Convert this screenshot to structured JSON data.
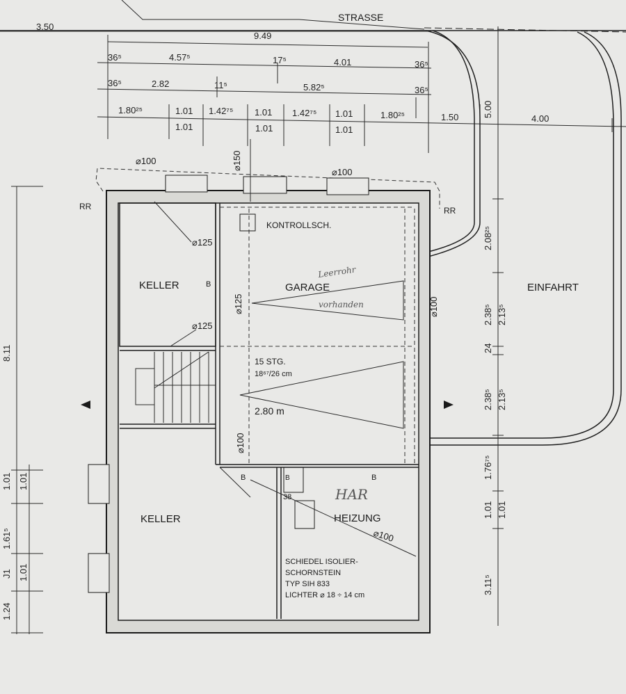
{
  "labels": {
    "street": "STRASSE",
    "rr_left": "RR",
    "rr_right": "RR",
    "kontrollsch": "KONTROLLSCH.",
    "keller_upper": "KELLER",
    "keller_lower": "KELLER",
    "garage": "GARAGE",
    "einfahrt": "EINFAHRT",
    "heizung": "HEIZUNG",
    "stairs": "15 STG.",
    "stairs_dim": "18⁶⁷/26 cm",
    "height": "2.80 m",
    "b1": "B",
    "b2": "B",
    "b3": "B",
    "b4": "B",
    "h38": "38",
    "chimney_1": "SCHIEDEL ISOLIER-",
    "chimney_2": "SCHORNSTEIN",
    "chimney_3": "TYP SIH 833",
    "chimney_4": "LICHTER ⌀ 18 ÷ 14 cm",
    "pipe_100_top_left": "⌀100",
    "pipe_100_top_right": "⌀100",
    "pipe_150": "⌀150",
    "pipe_125_a": "⌀125",
    "pipe_125_b": "⌀125",
    "pipe_125_c": "⌀125",
    "pipe_100_right": "⌀100",
    "pipe_100_mid": "⌀100",
    "pipe_100_heiz": "⌀100"
  },
  "handwriting": {
    "hw1": "Leerrohr",
    "hw2": "vorhanden",
    "hw3": "HAR"
  },
  "dims_top": {
    "d350": "3.50",
    "d949": "9.49",
    "r1_a": "36⁵",
    "r1_b": "4.57⁵",
    "r1_c": "17⁵",
    "r1_d": "4.01",
    "r1_e": "36⁵",
    "r2_a": "36⁵",
    "r2_b": "2.82",
    "r2_c": "11⁵",
    "r2_d": "5.82⁵",
    "r2_e": "36⁵",
    "r3_a": "1.80²⁵",
    "r3_b": "1.01",
    "r3_c": "1.42⁷⁵",
    "r3_d": "1.01",
    "r3_e": "1.42⁷⁵",
    "r3_f": "1.01",
    "r3_g": "1.80²⁵",
    "r3_h": "1.50",
    "r3_i": "4.00",
    "r4_a": "1.01",
    "r4_b": "1.01",
    "r4_c": "1.01",
    "v500": "5.00"
  },
  "dims_right": {
    "a": "2.08²⁵",
    "b": "2.38⁵",
    "c": "2.13⁵",
    "d": "24",
    "e": "2.38⁵",
    "f": "2.13⁵",
    "g": "1.76⁷⁵",
    "h": "1.01",
    "i": "1.01",
    "j": "3.11⁵"
  },
  "dims_left": {
    "a": "8.11",
    "b": "1.01",
    "c": "1.01",
    "d": "1.61⁵",
    "e": "1.01",
    "f": "J1",
    "g": "1.24"
  }
}
